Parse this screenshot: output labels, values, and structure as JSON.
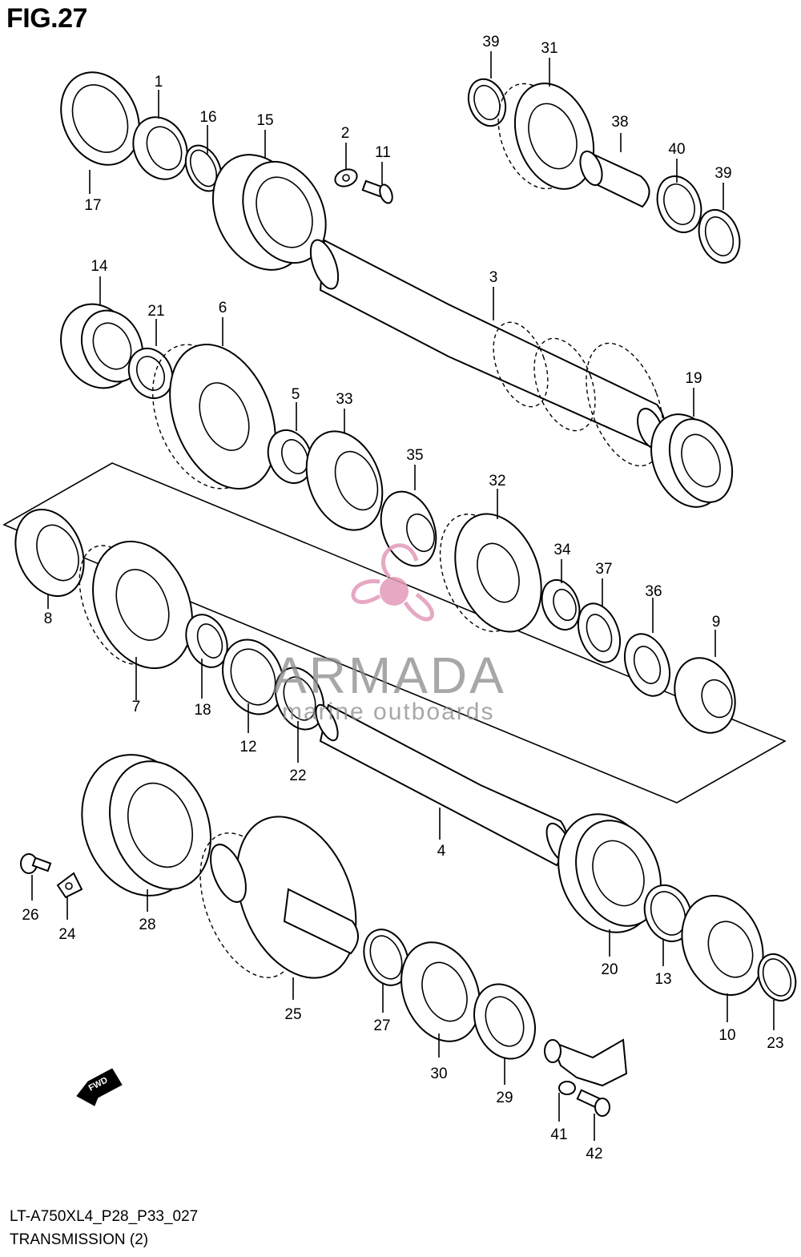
{
  "figure": {
    "title": "FIG.27",
    "code": "LT-A750XL4_P28_P33_027",
    "name": "TRANSMISSION (2)"
  },
  "watermark": {
    "brand": "ARMADA",
    "tagline": "marine outboards",
    "logo_color": "#e29ab8",
    "text_color": "#8a8a8a"
  },
  "direction_badge": "FWD",
  "callouts": [
    "1",
    "2",
    "3",
    "4",
    "5",
    "6",
    "7",
    "8",
    "9",
    "10",
    "11",
    "12",
    "13",
    "14",
    "15",
    "16",
    "17",
    "18",
    "19",
    "20",
    "21",
    "22",
    "23",
    "24",
    "25",
    "26",
    "27",
    "28",
    "29",
    "30",
    "31",
    "32",
    "33",
    "34",
    "35",
    "36",
    "37",
    "38",
    "39",
    "39",
    "40",
    "41",
    "42"
  ]
}
